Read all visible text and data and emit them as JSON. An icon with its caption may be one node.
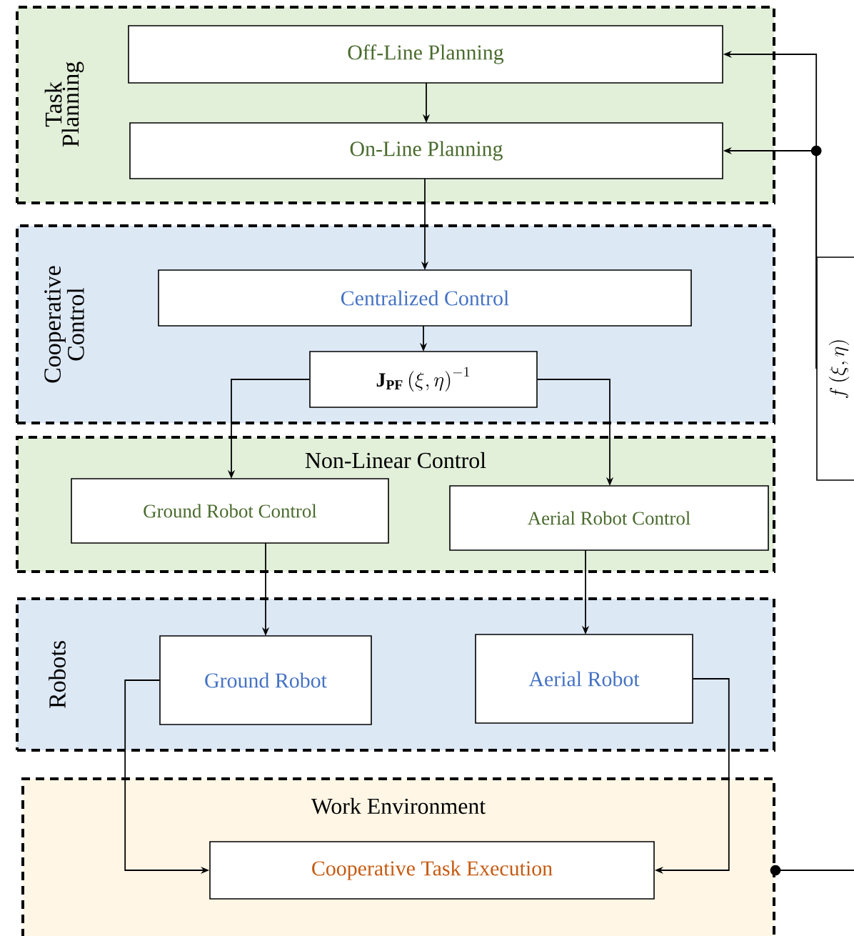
{
  "diagram": {
    "nodes": [
      {
        "text": [
          "Task Planning"
        ]
      },
      {
        "text": [
          "Off-Line Planning"
        ],
        "in": 0
      },
      {
        "text": [
          "On-Line Planning"
        ],
        "in": 0
      },
      {
        "text": [
          "Cooperative Control"
        ]
      },
      {
        "text": [
          "Centralized Control"
        ],
        "in": 3
      },
      {
        "text": [
          "\\mathbf{J}_{\\mathbf{PF}}\\left(\\xi,\\eta\\right)^{-1}"
        ],
        "in": 3
      },
      {
        "text": [
          "Non-Linear Control"
        ]
      },
      {
        "text": [
          "Ground Robot Control"
        ],
        "in": 6
      },
      {
        "text": [
          "Aerial Robot Control"
        ],
        "in": 6
      },
      {
        "text": [
          "Robots"
        ]
      },
      {
        "text": [
          "Ground Robot"
        ],
        "in": 9
      },
      {
        "text": [
          "Aerial Robot"
        ],
        "in": 9
      },
      {
        "text": [
          "Work Environment"
        ]
      },
      {
        "text": [
          "Cooperative Task Execution"
        ],
        "in": 12
      },
      {
        "text": [
          "f\\left(\\xi,\\eta\\right)"
        ]
      }
    ],
    "edges": [
      {
        "from": 1,
        "to": 2,
        "arrow": "to"
      },
      {
        "from": 2,
        "to": 4,
        "arrow": "to"
      },
      {
        "from": 4,
        "to": 5,
        "arrow": "to"
      },
      {
        "from": 5,
        "to": 7,
        "arrow": "to"
      },
      {
        "from": 5,
        "to": 8,
        "arrow": "to"
      },
      {
        "from": 7,
        "to": 10,
        "arrow": "to"
      },
      {
        "from": 8,
        "to": 11,
        "arrow": "to"
      },
      {
        "from": 10,
        "to": 13,
        "arrow": "to"
      },
      {
        "from": 11,
        "to": 13,
        "arrow": "to"
      },
      {
        "from": 12,
        "to": 14,
        "arrow": "other"
      },
      {
        "from": 14,
        "to": 1,
        "arrow": "to"
      },
      {
        "from": 14,
        "to": 2,
        "arrow": "to"
      }
    ]
  }
}
